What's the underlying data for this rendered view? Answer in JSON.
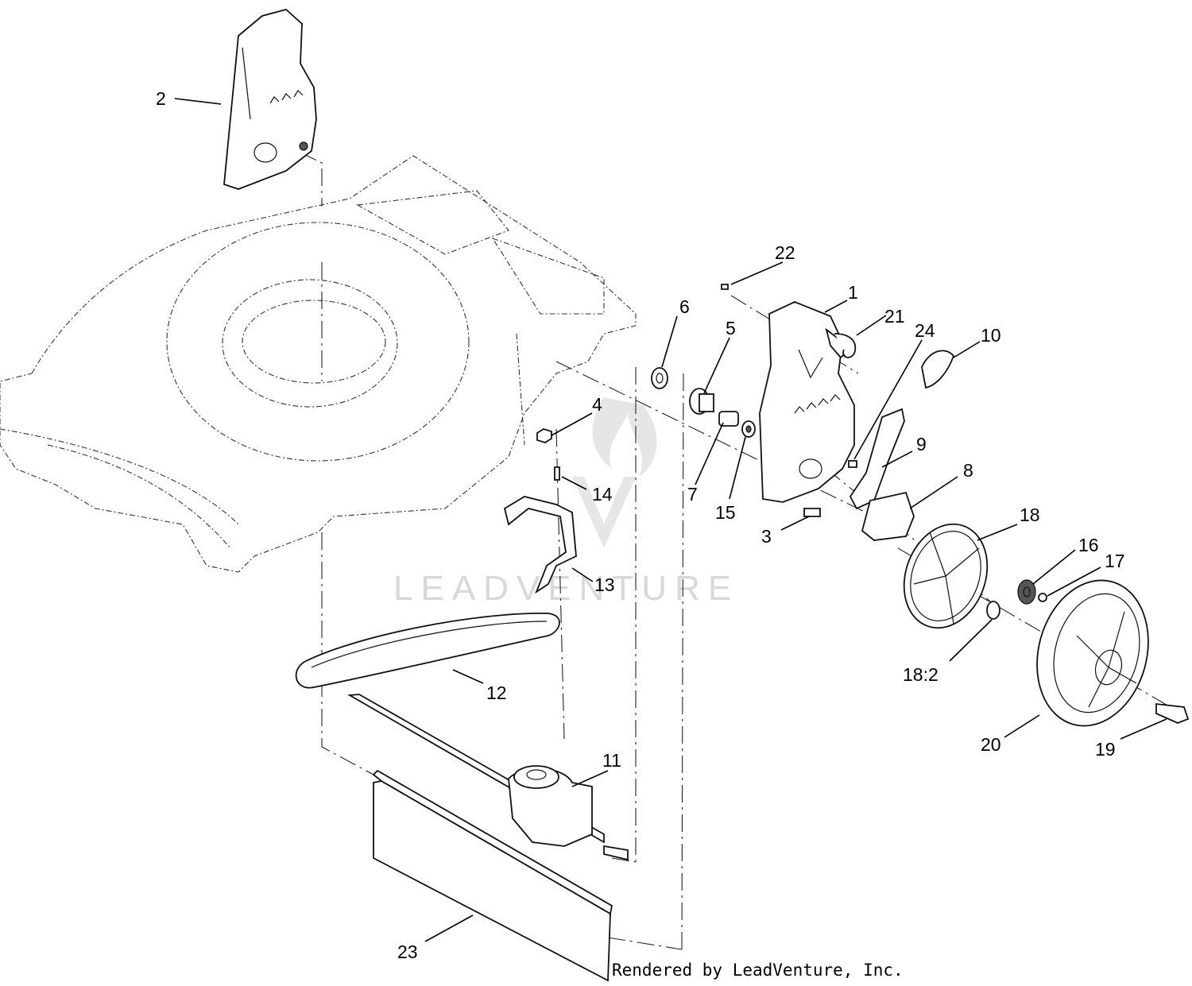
{
  "callouts": {
    "c1": "1",
    "c2": "2",
    "c3": "3",
    "c4": "4",
    "c5": "5",
    "c6": "6",
    "c7": "7",
    "c8": "8",
    "c9": "9",
    "c10": "10",
    "c11": "11",
    "c12": "12",
    "c13": "13",
    "c14": "14",
    "c15": "15",
    "c16": "16",
    "c17": "17",
    "c18": "18",
    "c18b": "18:2",
    "c19": "19",
    "c20": "20",
    "c21": "21",
    "c22": "22",
    "c23": "23",
    "c24": "24"
  },
  "watermark": "LEADVENTURE",
  "credit": "Rendered by LeadVenture, Inc."
}
